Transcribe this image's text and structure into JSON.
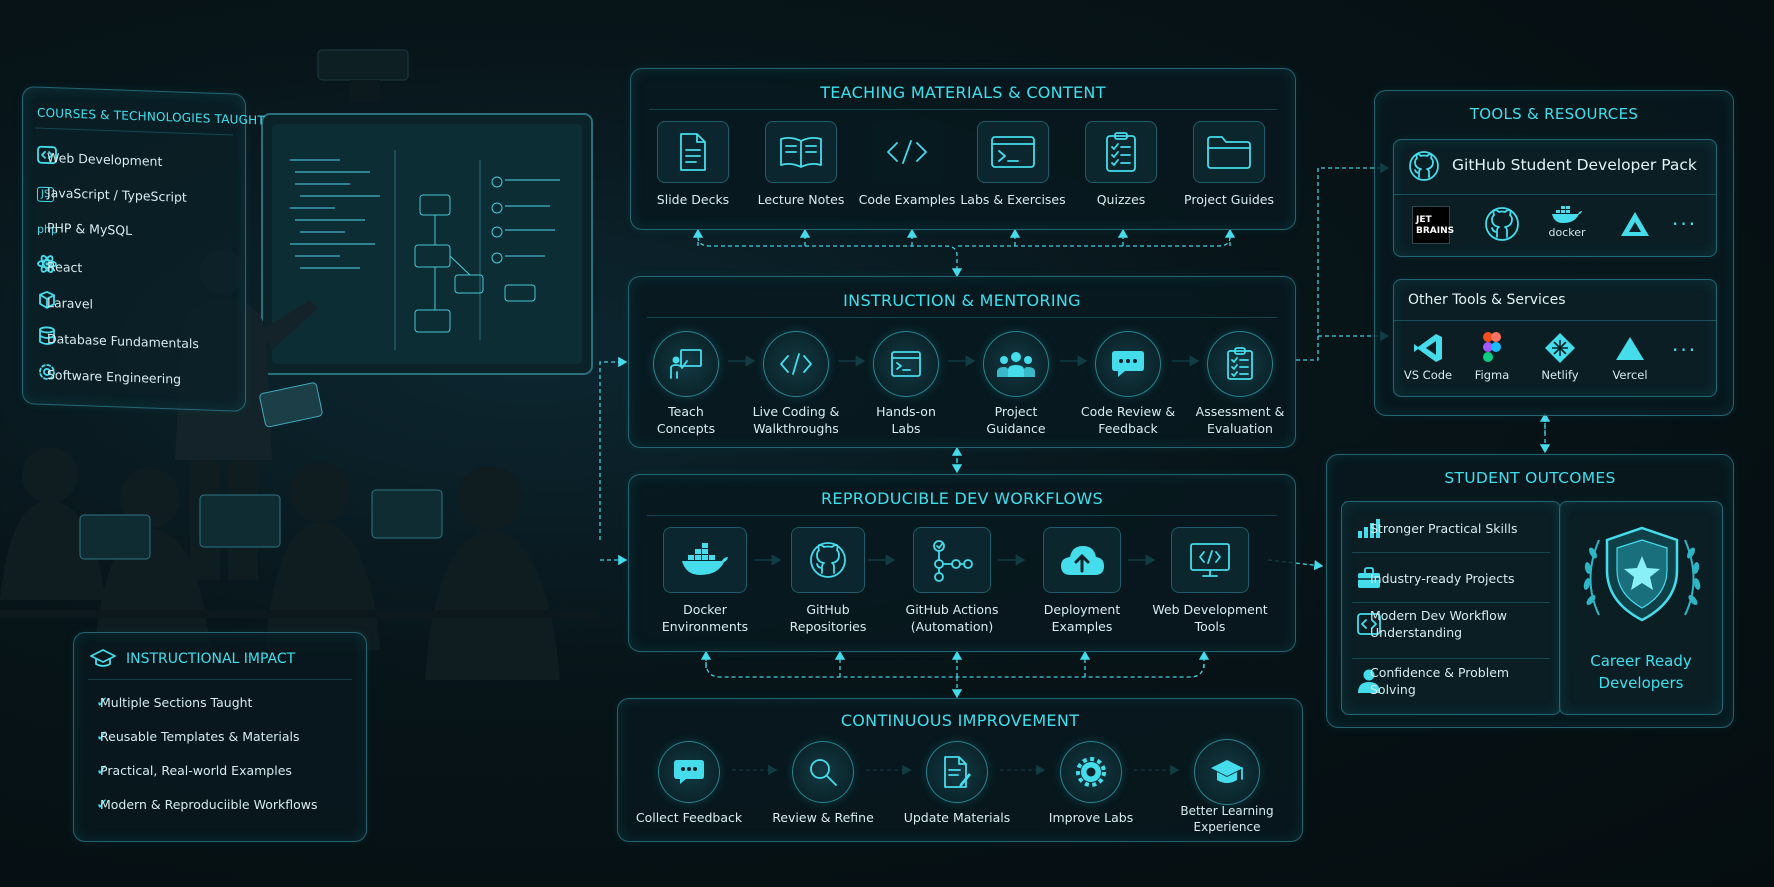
{
  "courses": {
    "title": "COURSES & TECHNOLOGIES TAUGHT",
    "items": [
      {
        "icon": "code-icon",
        "label": "Web Development"
      },
      {
        "icon": "js-icon",
        "label": "JavaScript / TypeScript"
      },
      {
        "icon": "php-icon",
        "label": "PHP & MySQL"
      },
      {
        "icon": "react-icon",
        "label": "React"
      },
      {
        "icon": "laravel-icon",
        "label": "Laravel"
      },
      {
        "icon": "database-icon",
        "label": "Database Fundamentals"
      },
      {
        "icon": "gear-icon",
        "label": "Software Engineering"
      }
    ],
    "js_glyph": "JS",
    "php_glyph": "php"
  },
  "impact": {
    "title": "INSTRUCTIONAL IMPACT",
    "items": [
      "Multiple Sections Taught",
      "Reusable Templates & Materials",
      "Practical, Real-world Examples",
      "Modern & Reproduciible Workflows"
    ],
    "check_glyph": "✓"
  },
  "materials": {
    "title": "TEACHING MATERIALS & CONTENT",
    "items": [
      {
        "icon": "document-icon",
        "label": "Slide Decks"
      },
      {
        "icon": "book-icon",
        "label": "Lecture Notes"
      },
      {
        "icon": "code-icon",
        "label": "Code Examples"
      },
      {
        "icon": "terminal-icon",
        "label": "Labs & Exercises"
      },
      {
        "icon": "checklist-icon",
        "label": "Quizzes"
      },
      {
        "icon": "folder-icon",
        "label": "Project Guides"
      }
    ]
  },
  "instruction": {
    "title": "INSTRUCTION & MENTORING",
    "steps": [
      {
        "icon": "presenter-icon",
        "line1": "Teach",
        "line2": "Concepts"
      },
      {
        "icon": "code-icon",
        "line1": "Live Coding &",
        "line2": "Walkthroughs"
      },
      {
        "icon": "terminal-icon",
        "line1": "Hands-on",
        "line2": "Labs"
      },
      {
        "icon": "group-icon",
        "line1": "Project",
        "line2": "Guidance"
      },
      {
        "icon": "chat-icon",
        "line1": "Code Review &",
        "line2": "Feedback"
      },
      {
        "icon": "clipboard-icon",
        "line1": "Assessment &",
        "line2": "Evaluation"
      }
    ]
  },
  "workflows": {
    "title": "REPRODUCIBLE DEV WORKFLOWS",
    "steps": [
      {
        "icon": "docker-icon",
        "line1": "Docker",
        "line2": "Environments"
      },
      {
        "icon": "github-icon",
        "line1": "GitHub",
        "line2": "Repositories"
      },
      {
        "icon": "workflow-icon",
        "line1": "GitHub Actions",
        "line2": "(Automation)"
      },
      {
        "icon": "cloud-upload-icon",
        "line1": "Deployment",
        "line2": "Examples"
      },
      {
        "icon": "monitor-code-icon",
        "line1": "Web Development",
        "line2": "Tools"
      }
    ]
  },
  "improvement": {
    "title": "CONTINUOUS IMPROVEMENT",
    "steps": [
      {
        "icon": "chat-icon",
        "line1": "Collect Feedback",
        "line2": ""
      },
      {
        "icon": "search-icon",
        "line1": "Review & Refine",
        "line2": ""
      },
      {
        "icon": "document-edit-icon",
        "line1": "Update Materials",
        "line2": ""
      },
      {
        "icon": "gear-icon",
        "line1": "Improve Labs",
        "line2": ""
      },
      {
        "icon": "graduation-cap-icon",
        "line1": "Better Learning",
        "line2": "Experience"
      }
    ]
  },
  "tools": {
    "title": "TOOLS & RESOURCES",
    "github_pack": "GitHub Student Developer Pack",
    "pack_logos": {
      "jetbrains_line1": "JET",
      "jetbrains_line2": "BRAINS",
      "docker": "docker",
      "more": "···"
    },
    "other_title": "Other Tools & Services",
    "other": [
      "VS Code",
      "Figma",
      "Netlify",
      "Vercel"
    ],
    "more": "···"
  },
  "outcomes": {
    "title": "STUDENT OUTCOMES",
    "items": [
      {
        "icon": "bar-chart-icon",
        "line1": "Stronger Practical Skills",
        "line2": ""
      },
      {
        "icon": "briefcase-icon",
        "line1": "Industry-ready Projects",
        "line2": ""
      },
      {
        "icon": "code-icon",
        "line1": "Modern Dev Workflow",
        "line2": "Understanding"
      },
      {
        "icon": "person-icon",
        "line1": "Confidence & Problem",
        "line2": "Solving"
      }
    ],
    "badge_line1": "Career Ready",
    "badge_line2": "Developers"
  },
  "colors": {
    "accent": "#3fe0ee",
    "background": "#071418",
    "panel": "#07181e"
  }
}
